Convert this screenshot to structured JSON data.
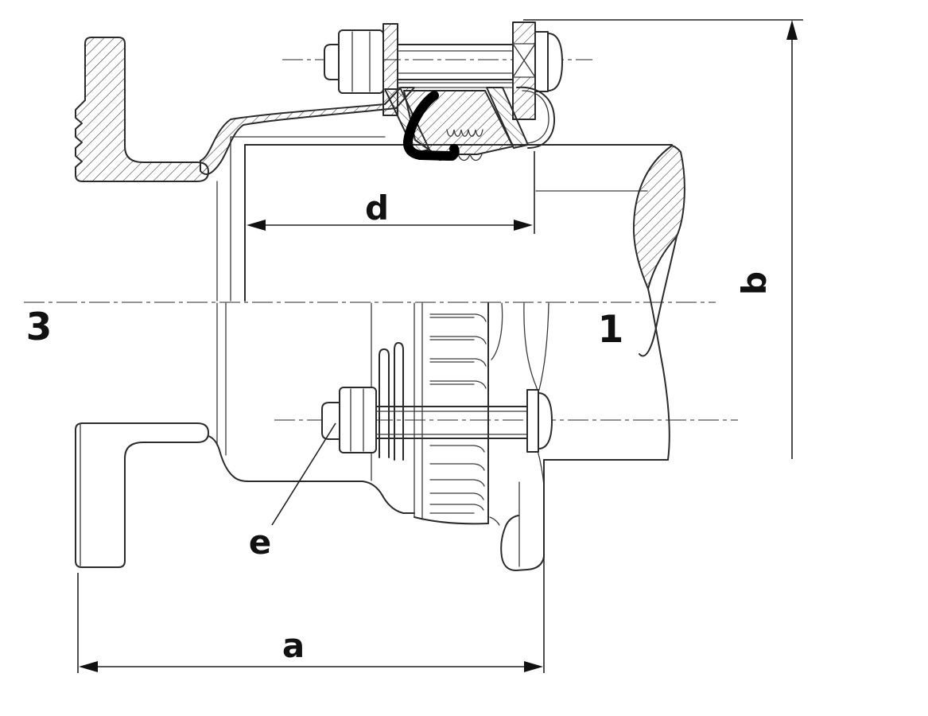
{
  "colors": {
    "background": "#ffffff",
    "line": "#2b2b2b",
    "label": "#111111",
    "seal": "#000000"
  },
  "labels": {
    "part_flange_adapter": "3",
    "part_pipe": "1",
    "dim_overall_length": "a",
    "dim_height": "b",
    "dim_insertion_depth": "d",
    "leader_clamp_bolt": "e"
  }
}
